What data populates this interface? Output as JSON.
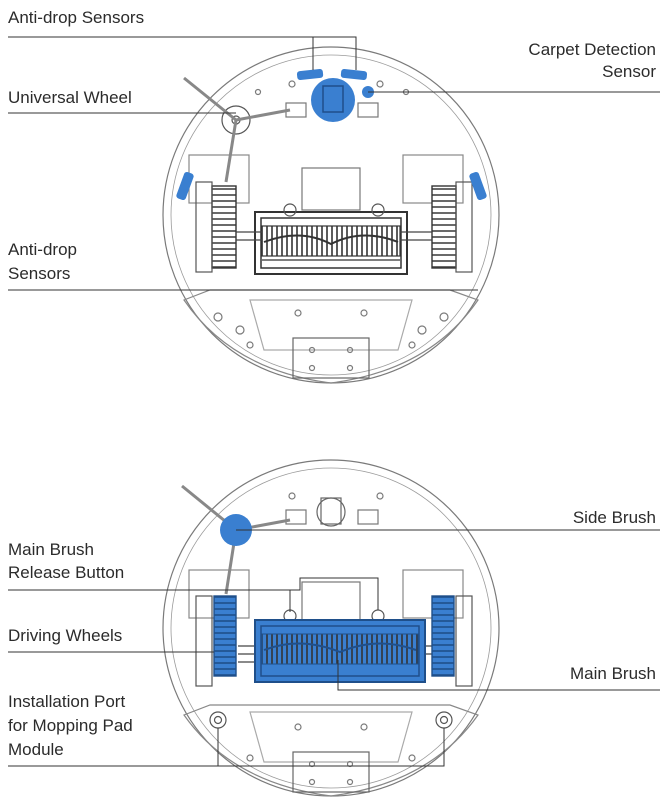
{
  "diagram_top": {
    "labels": {
      "anti_drop_sensors_top": "Anti-drop Sensors",
      "carpet_detection_line1": "Carpet Detection",
      "carpet_detection_line2": "Sensor",
      "universal_wheel": "Universal Wheel",
      "anti_drop_sensors_side_line1": "Anti-drop",
      "anti_drop_sensors_side_line2": "Sensors"
    }
  },
  "diagram_bottom": {
    "labels": {
      "side_brush": "Side Brush",
      "main_brush_release_line1": "Main Brush",
      "main_brush_release_line2": "Release Button",
      "driving_wheels": "Driving Wheels",
      "main_brush": "Main Brush",
      "install_port_line1": "Installation Port",
      "install_port_line2": "for Mopping Pad",
      "install_port_line3": "Module"
    }
  },
  "colors": {
    "highlight": "#3a7fd0",
    "highlight_dark": "#1f5ea8",
    "line": "#333333",
    "outline": "#7a7a7a"
  }
}
